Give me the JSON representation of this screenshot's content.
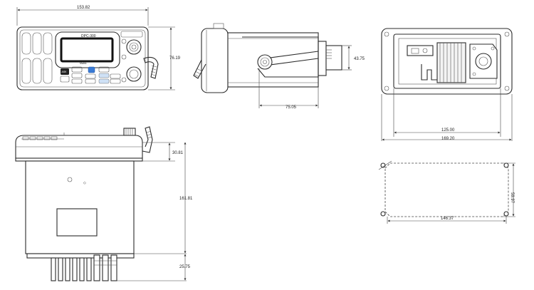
{
  "front_view": {
    "display_label": "DPC-300",
    "brand_label": "Matrix",
    "brand_sub": "RADIO",
    "key_label": "ASK",
    "width_dim": "153.82",
    "height_dim": "76.19"
  },
  "side_view": {
    "depth_dim": "75.05",
    "height_dim": "43.75"
  },
  "rear_view": {
    "inner_width_dim": "125.00",
    "outer_width_dim": "169.20"
  },
  "top_view": {
    "bezel_depth_dim": "30.81",
    "body_depth_dim": "161.81",
    "connector_dim": "25.75"
  },
  "cutout_view": {
    "width_dim": "146.37",
    "height_dim": "59.97"
  },
  "colors": {
    "line": "#2b2b2b",
    "background": "#ffffff"
  }
}
